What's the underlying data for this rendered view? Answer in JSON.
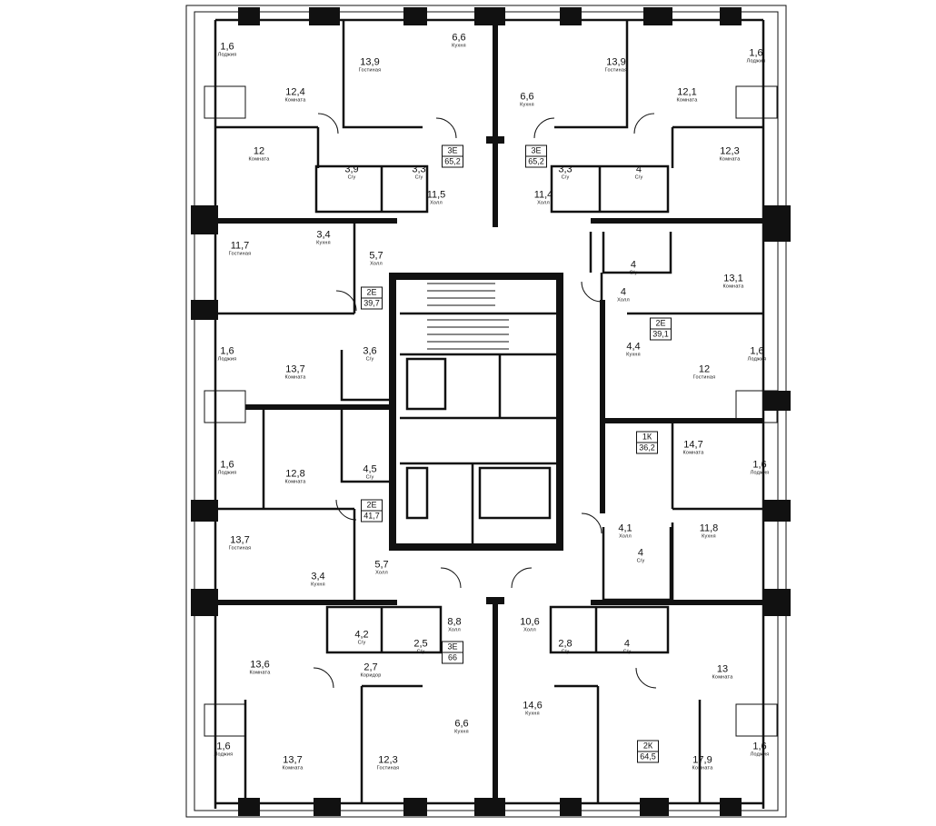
{
  "plan": {
    "rooms": [
      {
        "area": "1,6",
        "name": "Лоджия"
      },
      {
        "area": "6,6",
        "name": "Кухня"
      },
      {
        "area": "1,6",
        "name": "Лоджия"
      },
      {
        "area": "13,9",
        "name": "Гостиная"
      },
      {
        "area": "13,9",
        "name": "Гостиная"
      },
      {
        "area": "12,4",
        "name": "Комната"
      },
      {
        "area": "6,6",
        "name": "Кухня"
      },
      {
        "area": "12,1",
        "name": "Комната"
      },
      {
        "area": "12",
        "name": "Комната"
      },
      {
        "area": "12,3",
        "name": "Комната"
      },
      {
        "area": "3,9",
        "name": "С/у"
      },
      {
        "area": "3,3",
        "name": "С/у"
      },
      {
        "area": "3,3",
        "name": "С/у"
      },
      {
        "area": "4",
        "name": "С/у"
      },
      {
        "area": "11,5",
        "name": "Холл"
      },
      {
        "area": "11,4",
        "name": "Холл"
      },
      {
        "area": "3,4",
        "name": "Кухня"
      },
      {
        "area": "11,7",
        "name": "Гостиная"
      },
      {
        "area": "5,7",
        "name": "Холл"
      },
      {
        "area": "4",
        "name": "С/у"
      },
      {
        "area": "13,1",
        "name": "Комната"
      },
      {
        "area": "4",
        "name": "Холл"
      },
      {
        "area": "3,6",
        "name": "С/у"
      },
      {
        "area": "1,6",
        "name": "Лоджия"
      },
      {
        "area": "13,7",
        "name": "Комната"
      },
      {
        "area": "4,4",
        "name": "Кухня"
      },
      {
        "area": "12",
        "name": "Гостиная"
      },
      {
        "area": "1,6",
        "name": "Лоджия"
      },
      {
        "area": "14,7",
        "name": "Комната"
      },
      {
        "area": "1,6",
        "name": "Лоджия"
      },
      {
        "area": "1,6",
        "name": "Лоджия"
      },
      {
        "area": "4,5",
        "name": "С/у"
      },
      {
        "area": "12,8",
        "name": "Комната"
      },
      {
        "area": "4,1",
        "name": "Холл"
      },
      {
        "area": "11,8",
        "name": "Кухня"
      },
      {
        "area": "13,7",
        "name": "Гостиная"
      },
      {
        "area": "4",
        "name": "С/у"
      },
      {
        "area": "5,7",
        "name": "Холл"
      },
      {
        "area": "3,4",
        "name": "Кухня"
      },
      {
        "area": "8,8",
        "name": "Холл"
      },
      {
        "area": "10,6",
        "name": "Холл"
      },
      {
        "area": "4,2",
        "name": "С/у"
      },
      {
        "area": "2,5",
        "name": "С/у"
      },
      {
        "area": "2,8",
        "name": "С/у"
      },
      {
        "area": "4",
        "name": "С/у"
      },
      {
        "area": "13,6",
        "name": "Комната"
      },
      {
        "area": "2,7",
        "name": "Коридор"
      },
      {
        "area": "13",
        "name": "Комната"
      },
      {
        "area": "6,6",
        "name": "Кухня"
      },
      {
        "area": "14,6",
        "name": "Кухня"
      },
      {
        "area": "13,7",
        "name": "Комната"
      },
      {
        "area": "12,3",
        "name": "Гостиная"
      },
      {
        "area": "17,9",
        "name": "Комната"
      },
      {
        "area": "1,6",
        "name": "Лоджия"
      },
      {
        "area": "1,6",
        "name": "Лоджия"
      }
    ],
    "apartments": [
      {
        "code": "3Е",
        "area": "65,2"
      },
      {
        "code": "3Е",
        "area": "65,2"
      },
      {
        "code": "2Е",
        "area": "39,7"
      },
      {
        "code": "2Е",
        "area": "39,1"
      },
      {
        "code": "1К",
        "area": "36,2"
      },
      {
        "code": "2Е",
        "area": "41,7"
      },
      {
        "code": "3Е",
        "area": "66"
      },
      {
        "code": "2К",
        "area": "64,5"
      }
    ]
  }
}
